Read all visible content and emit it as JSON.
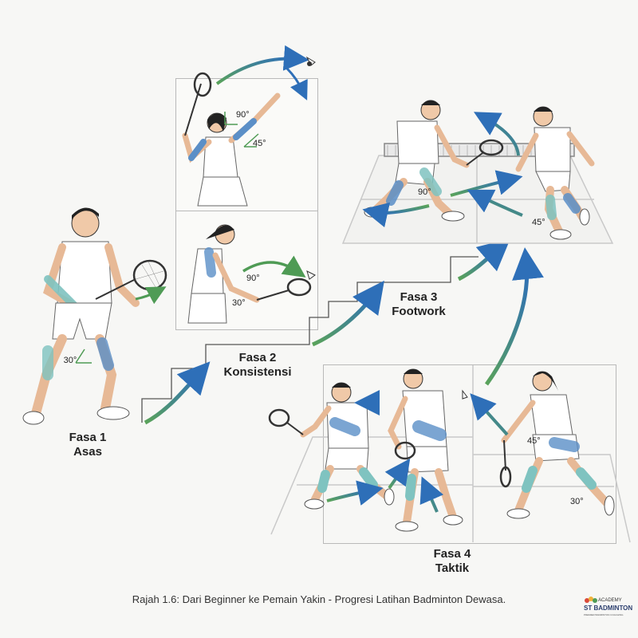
{
  "phases": [
    {
      "title": "Fasa 1",
      "subtitle": "Asas"
    },
    {
      "title": "Fasa 2",
      "subtitle": "Konsistensi"
    },
    {
      "title": "Fasa 3",
      "subtitle": "Footwork"
    },
    {
      "title": "Fasa 4",
      "subtitle": "Taktik"
    }
  ],
  "angles": {
    "p1_knee": "30°",
    "p2_top_shoulder": "90°",
    "p2_top_elbow": "45°",
    "p2_bottom_elbow": "90°",
    "p2_bottom_wrist": "30°",
    "p3_knee": "90°",
    "p3_right_knee": "45°",
    "p4_right_elbow": "45°",
    "p4_right_knee": "30°"
  },
  "caption": "Rajah 1.6: Dari Beginner ke Pemain Yakin - Progresi Latihan Badminton Dewasa.",
  "logo": {
    "line1": "ACADEMY",
    "line2": "ST BADMINTON",
    "line3": "PREMIER BADMINTON COACHING"
  },
  "colors": {
    "arrow_blue": "#2e6fb8",
    "arrow_green": "#5aa35a",
    "sportswear_blue": "#5b8fc7",
    "sportswear_teal": "#7fc3c0"
  }
}
